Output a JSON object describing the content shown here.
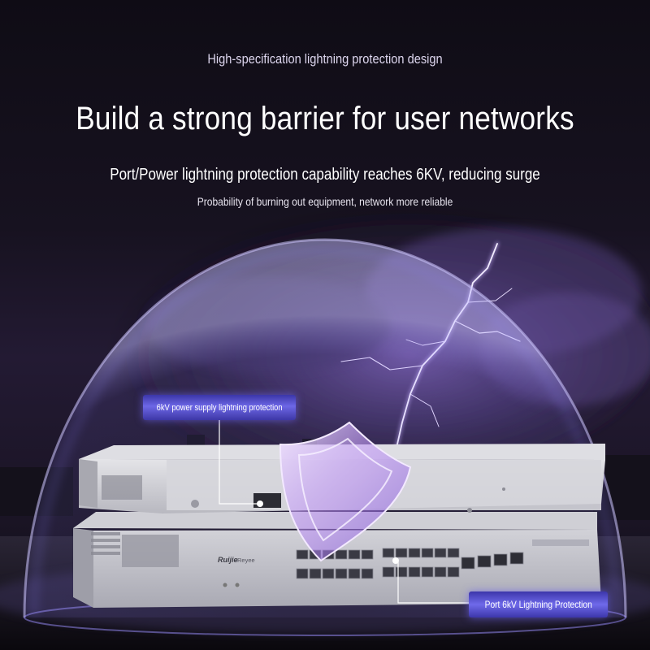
{
  "header": {
    "eyebrow": "High-specification lightning protection design",
    "title": "Build a strong barrier for user networks",
    "subtitle_line1": "Port/Power lightning protection capability reaches 6KV, reducing surge",
    "subtitle_line2": "Probability of burning out equipment, network more reliable"
  },
  "callouts": {
    "power": "6kV power supply lightning protection",
    "port": "Port 6kV Lightning Protection"
  },
  "device": {
    "brand": "Ruijie",
    "sub_brand": "Reyee"
  },
  "colors": {
    "accent": "#6d67e6",
    "lightning": "#cbb6ff",
    "dome_glow": "#8a7dff"
  }
}
